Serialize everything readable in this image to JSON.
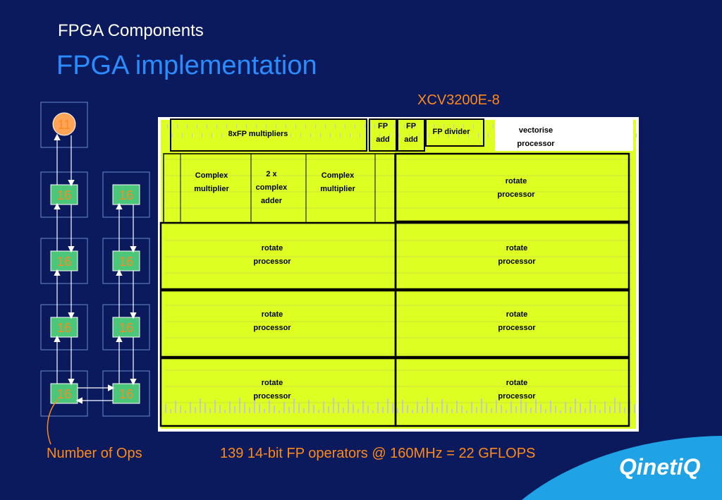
{
  "header": {
    "subtitle": "FPGA Components",
    "title": "FPGA implementation"
  },
  "chip_name": "XCV3200E-8",
  "left_diagram": {
    "top_node": "11",
    "column_a": [
      "16",
      "16",
      "16",
      "16"
    ],
    "column_b": [
      "16",
      "16",
      "16",
      "16"
    ],
    "caption": "Number of Ops"
  },
  "floorplan": {
    "top_row": [
      {
        "id": "fp-mult",
        "lines": [
          "8xFP multipliers"
        ]
      },
      {
        "id": "fp-add-1",
        "lines": [
          "FP",
          "add"
        ]
      },
      {
        "id": "fp-add-2",
        "lines": [
          "FP",
          "add"
        ]
      },
      {
        "id": "fp-div",
        "lines": [
          "FP divider"
        ]
      },
      {
        "id": "vectorise",
        "lines": [
          "vectorise",
          "processor"
        ]
      }
    ],
    "second_row_left": [
      {
        "id": "cmult-1",
        "lines": [
          "Complex",
          "multiplier"
        ]
      },
      {
        "id": "cadder",
        "lines": [
          "2 x",
          "complex",
          "adder"
        ]
      },
      {
        "id": "cmult-2",
        "lines": [
          "Complex",
          "multiplier"
        ]
      }
    ],
    "rotate_label": [
      "rotate",
      "processor"
    ]
  },
  "summary": "139 14-bit FP operators @ 160MHz = 22 GFLOPS",
  "logo": "QinetiQ",
  "colors": {
    "background": "#0a1a5c",
    "title_blue": "#2a8cff",
    "accent_orange": "#ff8a1a",
    "fpga_fill": "#ddff22",
    "node_fill": "#4cc77a",
    "logo_blue": "#1fa2e6"
  }
}
